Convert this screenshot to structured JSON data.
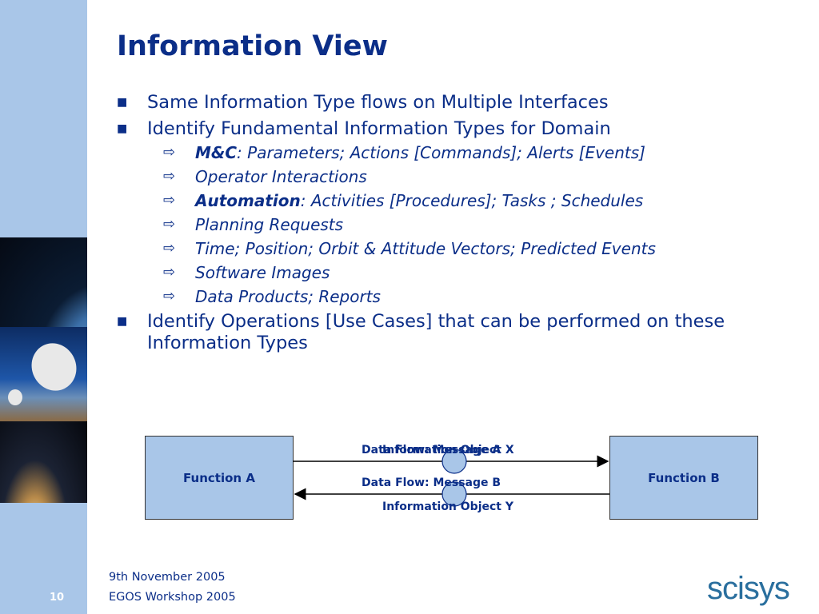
{
  "slide": {
    "title": "Information View",
    "page_number": "10"
  },
  "bullets": [
    {
      "text": "Same Information Type flows on Multiple Interfaces"
    },
    {
      "text": "Identify Fundamental Information Types for Domain"
    }
  ],
  "sub_bullets": [
    {
      "bold": "M&C",
      "rest": ": Parameters; Actions [Commands]; Alerts [Events]"
    },
    {
      "bold": "",
      "rest": "Operator Interactions"
    },
    {
      "bold": "Automation",
      "rest": ": Activities [Procedures]; Tasks ; Schedules"
    },
    {
      "bold": "",
      "rest": "Planning Requests"
    },
    {
      "bold": "",
      "rest": "Time; Position; Orbit & Attitude Vectors; Predicted Events"
    },
    {
      "bold": "",
      "rest": "Software Images"
    },
    {
      "bold": "",
      "rest": "Data Products; Reports"
    }
  ],
  "last_bullet": {
    "text": "Identify Operations [Use Cases] that can be performed on these Information Types"
  },
  "diagram": {
    "function_a": "Function A",
    "function_b": "Function B",
    "flow_a": "Data Flow: Message A",
    "object_x": "Information Object X",
    "flow_b": "Data Flow: Message B",
    "object_y": "Information Object Y"
  },
  "footer": {
    "date": "9th November 2005",
    "event": "EGOS Workshop 2005"
  },
  "logo": {
    "text": "scisys"
  },
  "colors": {
    "sidebar": "#a9c6e8",
    "text": "#0b2e88",
    "box_fill": "#a9c6e8",
    "logo": "#2a6f9e"
  }
}
